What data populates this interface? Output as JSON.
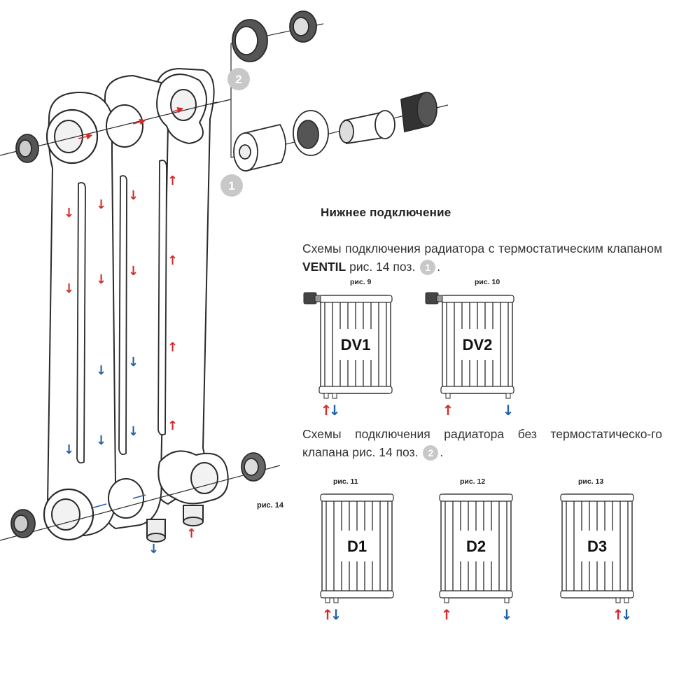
{
  "title": "Нижнее подключение",
  "section1_text": "Схемы подключения радиатора с термостатическим клапаном ",
  "section1_bold": "VENTIL",
  "section1_tail": " рис. 14 поз.",
  "section1_badge": "1",
  "section1_end": ".",
  "section2_text": "Схемы подключения радиатора без термостатическо-го клапана рис. 14 поз.",
  "section2_badge": "2",
  "section2_end": ".",
  "exploded_view": {
    "fig_label": "рис. 14",
    "callouts": [
      "1",
      "2"
    ]
  },
  "schemes": [
    {
      "fig": "рис. 9",
      "label": "DV1",
      "valve": true,
      "ports": "left-pair"
    },
    {
      "fig": "рис. 10",
      "label": "DV2",
      "valve": true,
      "ports": "split"
    },
    {
      "fig": "рис. 11",
      "label": "D1",
      "valve": false,
      "ports": "left-pair"
    },
    {
      "fig": "рис. 12",
      "label": "D2",
      "valve": false,
      "ports": "split"
    },
    {
      "fig": "рис. 13",
      "label": "D3",
      "valve": false,
      "ports": "right-pair"
    }
  ],
  "colors": {
    "supply": "#d42a2a",
    "return": "#1f5fa8",
    "line": "#2a2a2a",
    "badge": "#c8c8c8"
  },
  "icons": [
    "arrow-up-red-icon",
    "arrow-down-blue-icon",
    "thermostatic-valve-icon"
  ]
}
